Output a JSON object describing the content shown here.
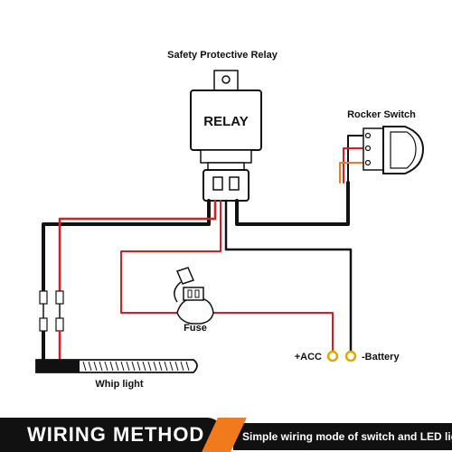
{
  "diagram": {
    "relay_caption": "Safety Protective Relay",
    "relay_body_text": "RELAY",
    "switch_caption": "Rocker Switch",
    "fuse_caption": "Fuse",
    "whip_caption": "Whip light",
    "acc_label": "+ACC",
    "battery_label": "-Battery"
  },
  "footer": {
    "title": "WIRING METHOD",
    "subtitle": "Simple wiring mode of switch and LED light"
  },
  "colors": {
    "black_wire": "#111111",
    "red_wire": "#e3191b",
    "orange_accent": "#f07a1c",
    "terminal_gold": "#e0a800"
  }
}
